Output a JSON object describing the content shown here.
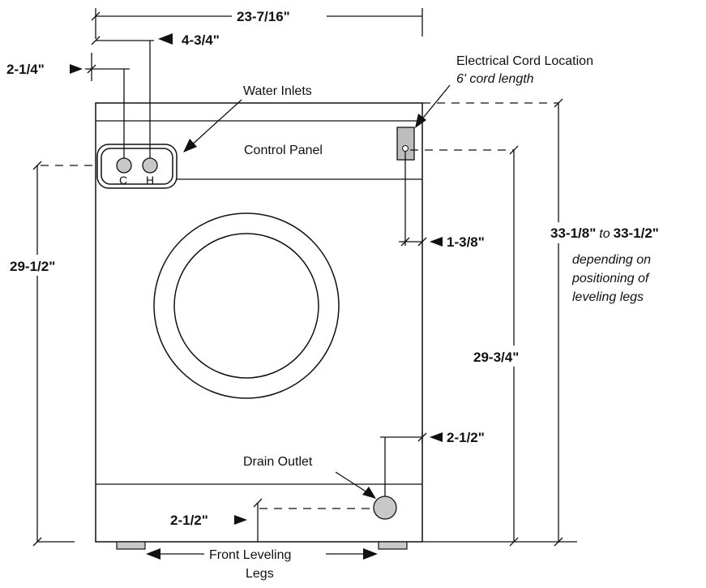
{
  "dimensions": {
    "overall_width": "23-7/16\"",
    "hot_inlet_offset": "4-3/4\"",
    "cold_inlet_offset": "2-1/4\"",
    "inlet_height": "29-1/2\"",
    "cord_offset": "1-3/8\"",
    "cord_height": "29-3/4\"",
    "overall_height_min": "33-1/8\"",
    "overall_height_connector": "to",
    "overall_height_max": "33-1/2\"",
    "height_note": [
      "depending on",
      "positioning of",
      "leveling legs"
    ],
    "drain_side_offset": "2-1/2\"",
    "drain_height": "2-1/2\""
  },
  "labels": {
    "water_inlets": "Water Inlets",
    "inlet_cold": "C",
    "inlet_hot": "H",
    "control_panel": "Control Panel",
    "electrical_cord": "Electrical Cord Location",
    "cord_length": "6' cord length",
    "drain_outlet": "Drain Outlet",
    "front_legs_line1": "Front Leveling",
    "front_legs_line2": "Legs"
  }
}
